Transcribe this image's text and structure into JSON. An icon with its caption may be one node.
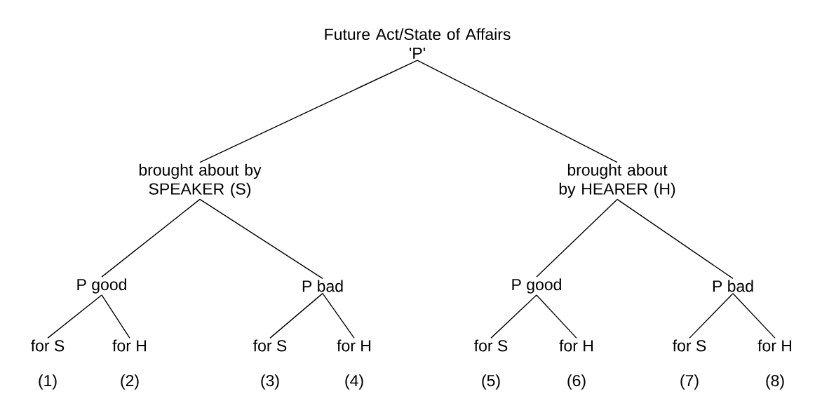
{
  "diagram": {
    "nodes": [
      {
        "text": [
          "Future Act/State of Affairs",
          "'P'"
        ]
      },
      {
        "text": [
          "brought about by SPEAKER (S)"
        ]
      },
      {
        "text": [
          "brought about by HEARER (H)"
        ]
      },
      {
        "text": [
          "P good"
        ]
      },
      {
        "text": [
          "P bad"
        ]
      },
      {
        "text": [
          "P good"
        ]
      },
      {
        "text": [
          "P bad"
        ]
      },
      {
        "text": [
          "for S"
        ],
        "beside": [
          "(1)"
        ]
      },
      {
        "text": [
          "for H"
        ],
        "beside": [
          "(2)"
        ]
      },
      {
        "text": [
          "for S"
        ],
        "beside": [
          "(3)"
        ]
      },
      {
        "text": [
          "for H"
        ],
        "beside": [
          "(4)"
        ]
      },
      {
        "text": [
          "for S"
        ],
        "beside": [
          "(5)"
        ]
      },
      {
        "text": [
          "for H"
        ],
        "beside": [
          "(6)"
        ]
      },
      {
        "text": [
          "for S"
        ],
        "beside": [
          "(7)"
        ]
      },
      {
        "text": [
          "for H"
        ],
        "beside": [
          "(8)"
        ]
      }
    ],
    "edges": [
      {
        "from": 0,
        "to": 1,
        "arrow": "none"
      },
      {
        "from": 0,
        "to": 2,
        "arrow": "none"
      },
      {
        "from": 1,
        "to": 3,
        "arrow": "none"
      },
      {
        "from": 1,
        "to": 4,
        "arrow": "none"
      },
      {
        "from": 2,
        "to": 5,
        "arrow": "none"
      },
      {
        "from": 2,
        "to": 6,
        "arrow": "none"
      },
      {
        "from": 3,
        "to": 7,
        "arrow": "none"
      },
      {
        "from": 3,
        "to": 8,
        "arrow": "none"
      },
      {
        "from": 4,
        "to": 9,
        "arrow": "none"
      },
      {
        "from": 4,
        "to": 10,
        "arrow": "none"
      },
      {
        "from": 5,
        "to": 11,
        "arrow": "none"
      },
      {
        "from": 5,
        "to": 12,
        "arrow": "none"
      },
      {
        "from": 6,
        "to": 13,
        "arrow": "none"
      },
      {
        "from": 6,
        "to": 14,
        "arrow": "none"
      }
    ]
  }
}
